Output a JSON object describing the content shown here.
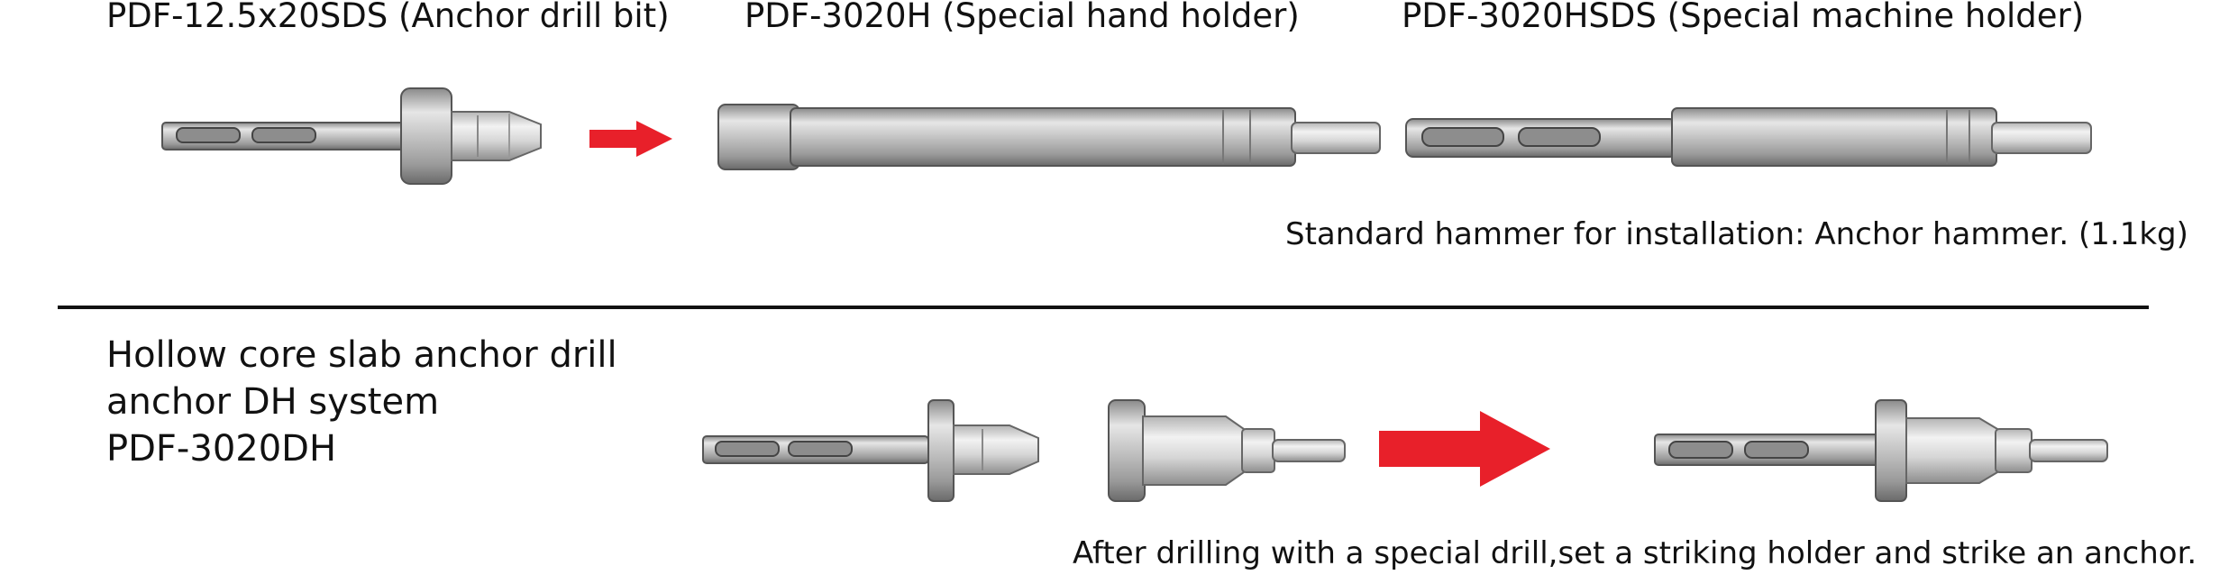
{
  "top_section": {
    "drill_bit_title": "PDF-12.5x20SDS (Anchor drill bit)",
    "hand_holder_title": "PDF-3020H (Special hand holder)",
    "machine_holder_title": "PDF-3020HSDS (Special machine holder)",
    "hammer_note": "Standard hammer for installation: Anchor hammer. (1.1kg)"
  },
  "bottom_section": {
    "heading_line1": "Hollow core slab anchor drill",
    "heading_line2": "anchor DH system",
    "heading_line3": "PDF-3020DH",
    "procedure_note": "After drilling with a special drill,set a striking holder and strike an anchor."
  },
  "colors": {
    "arrow": "#e8202a",
    "divider": "#111111",
    "metal_light": "#dcdcdc",
    "metal_mid": "#a9a9a9",
    "metal_dark": "#6f6f6f"
  },
  "icons": [
    "drill-bit-icon",
    "arrow-right-icon",
    "hand-holder-icon",
    "machine-holder-icon",
    "striking-holder-icon",
    "assembled-tool-icon"
  ]
}
